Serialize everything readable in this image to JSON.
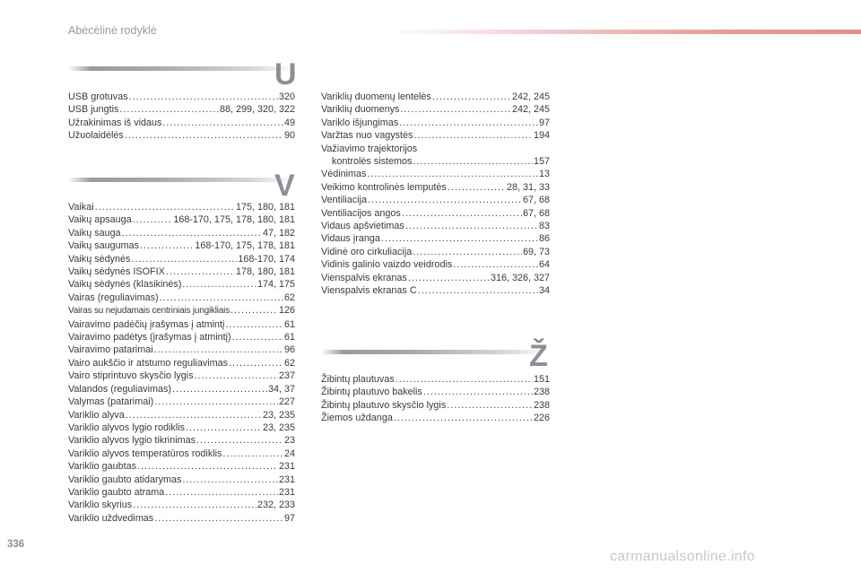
{
  "header": {
    "title": "Abėcėlinė rodyklė"
  },
  "sections": {
    "U": {
      "letter": "U",
      "entries": [
        {
          "name": "USB grotuvas",
          "pages": "320"
        },
        {
          "name": "USB jungtis",
          "pages": "88, 299, 320, 322"
        },
        {
          "name": "Užrakinimas iš vidaus",
          "pages": "49"
        },
        {
          "name": "Užuolaidėlės",
          "pages": "90"
        }
      ]
    },
    "V_left": {
      "letter": "V",
      "entries": [
        {
          "name": "Vaikai",
          "pages": "175, 180, 181"
        },
        {
          "name": "Vaikų apsauga",
          "pages": "168-170, 175, 178, 180, 181"
        },
        {
          "name": "Vaikų sauga",
          "pages": "47, 182"
        },
        {
          "name": "Vaikų saugumas",
          "pages": "168-170, 175, 178, 181"
        },
        {
          "name": "Vaikų sėdynės",
          "pages": "168-170, 174"
        },
        {
          "name": "Vaikų sėdynės ISOFIX",
          "pages": "178, 180, 181"
        },
        {
          "name": "Vaikų sėdynės (klasikinės)",
          "pages": "174, 175"
        },
        {
          "name": "Vairas (reguliavimas)",
          "pages": "62"
        },
        {
          "name": "Vairas su nejudamais centriniais jungikliais",
          "pages": "126"
        },
        {
          "name": "Vairavimo padėčių įrašymas į atmintį",
          "pages": "61"
        },
        {
          "name": "Vairavimo padėtys (įrašymas į atmintį)",
          "pages": "61"
        },
        {
          "name": "Vairavimo patarimai",
          "pages": "96"
        },
        {
          "name": "Vairo aukščio ir atstumo reguliavimas",
          "pages": "62"
        },
        {
          "name": "Vairo stiprintuvo skysčio lygis",
          "pages": "237"
        },
        {
          "name": "Valandos (reguliavimas)",
          "pages": "34, 37"
        },
        {
          "name": "Valymas (patarimai)",
          "pages": "227"
        },
        {
          "name": "Variklio alyva",
          "pages": "23, 235"
        },
        {
          "name": "Variklio alyvos lygio rodiklis",
          "pages": "23, 235"
        },
        {
          "name": "Variklio alyvos lygio tikrinimas",
          "pages": "23"
        },
        {
          "name": "Variklio alyvos temperatūros rodiklis",
          "pages": "24"
        },
        {
          "name": "Variklio gaubtas",
          "pages": "231"
        },
        {
          "name": "Variklio gaubto atidarymas",
          "pages": "231"
        },
        {
          "name": "Variklio gaubto atrama",
          "pages": "231"
        },
        {
          "name": "Variklio skyrius",
          "pages": "232, 233"
        },
        {
          "name": "Variklio uždvedimas",
          "pages": "97"
        }
      ]
    },
    "V_right": {
      "entries_a": [
        {
          "name": "Variklių duomenų lentelės",
          "pages": "242, 245"
        },
        {
          "name": "Variklių duomenys",
          "pages": "242, 245"
        },
        {
          "name": "Variklo išjungimas",
          "pages": "97"
        },
        {
          "name": "Varžtas nuo vagystės",
          "pages": "194"
        }
      ],
      "multiline_head": "Važiavimo trajektorijos",
      "multiline_tail": {
        "name": "kontrolės sistemos",
        "pages": "157"
      },
      "entries_b": [
        {
          "name": "Vėdinimas",
          "pages": "13"
        },
        {
          "name": "Veikimo kontrolinės lemputės",
          "pages": "28, 31, 33"
        },
        {
          "name": "Ventiliacija",
          "pages": "67, 68"
        },
        {
          "name": "Ventiliacijos angos",
          "pages": "67, 68"
        },
        {
          "name": "Vidaus apšvietimas",
          "pages": "83"
        },
        {
          "name": "Vidaus įranga",
          "pages": "86"
        },
        {
          "name": "Vidinė oro cirkuliacija",
          "pages": "69, 73"
        },
        {
          "name": "Vidinis galinio vaizdo veidrodis",
          "pages": "64"
        },
        {
          "name": "Vienspalvis ekranas",
          "pages": "316, 326, 327"
        },
        {
          "name": "Vienspalvis ekranas C",
          "pages": "34"
        }
      ]
    },
    "Z": {
      "letter": "Ž",
      "entries": [
        {
          "name": "Žibintų plautuvas",
          "pages": "151"
        },
        {
          "name": "Žibintų plautuvo bakelis",
          "pages": "238"
        },
        {
          "name": "Žibintų plautuvo skysčio lygis",
          "pages": "238"
        },
        {
          "name": "Žiemos uždanga",
          "pages": "226"
        }
      ]
    }
  },
  "footer": {
    "page_number": "336",
    "watermark": "carmanualsonline.info"
  }
}
